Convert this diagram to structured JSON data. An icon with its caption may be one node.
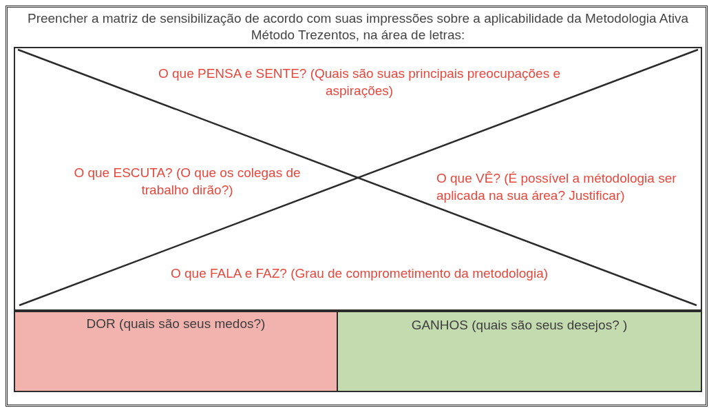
{
  "diagram": {
    "title": "Preencher a matriz de sensibilização de acordo com suas impressões sobre a aplicabilidade da Metodologia Ativa Método Trezentos, na área de letras:",
    "nodes": [
      {
        "text": [],
        "shape": "box"
      },
      {
        "text": [
          "O que PENSA e SENTE? (Quais são suas principais preocupações e aspirações)"
        ],
        "in": 0
      },
      {
        "text": [
          "O que ESCUTA? (O que os colegas de trabalho dirão?)"
        ],
        "in": 0
      },
      {
        "text": [
          "O que VÊ? (É possível a métodologia ser aplicada na sua área? Justificar)"
        ],
        "in": 0
      },
      {
        "text": [
          "O que FALA e FAZ? (Grau de comprometimento da metodologia)"
        ],
        "in": 0
      },
      {
        "text": [
          "DOR (quais são seus medos?)"
        ]
      },
      {
        "text": [
          "GANHOS (quais são seus desejos? )"
        ]
      }
    ],
    "edges": []
  }
}
